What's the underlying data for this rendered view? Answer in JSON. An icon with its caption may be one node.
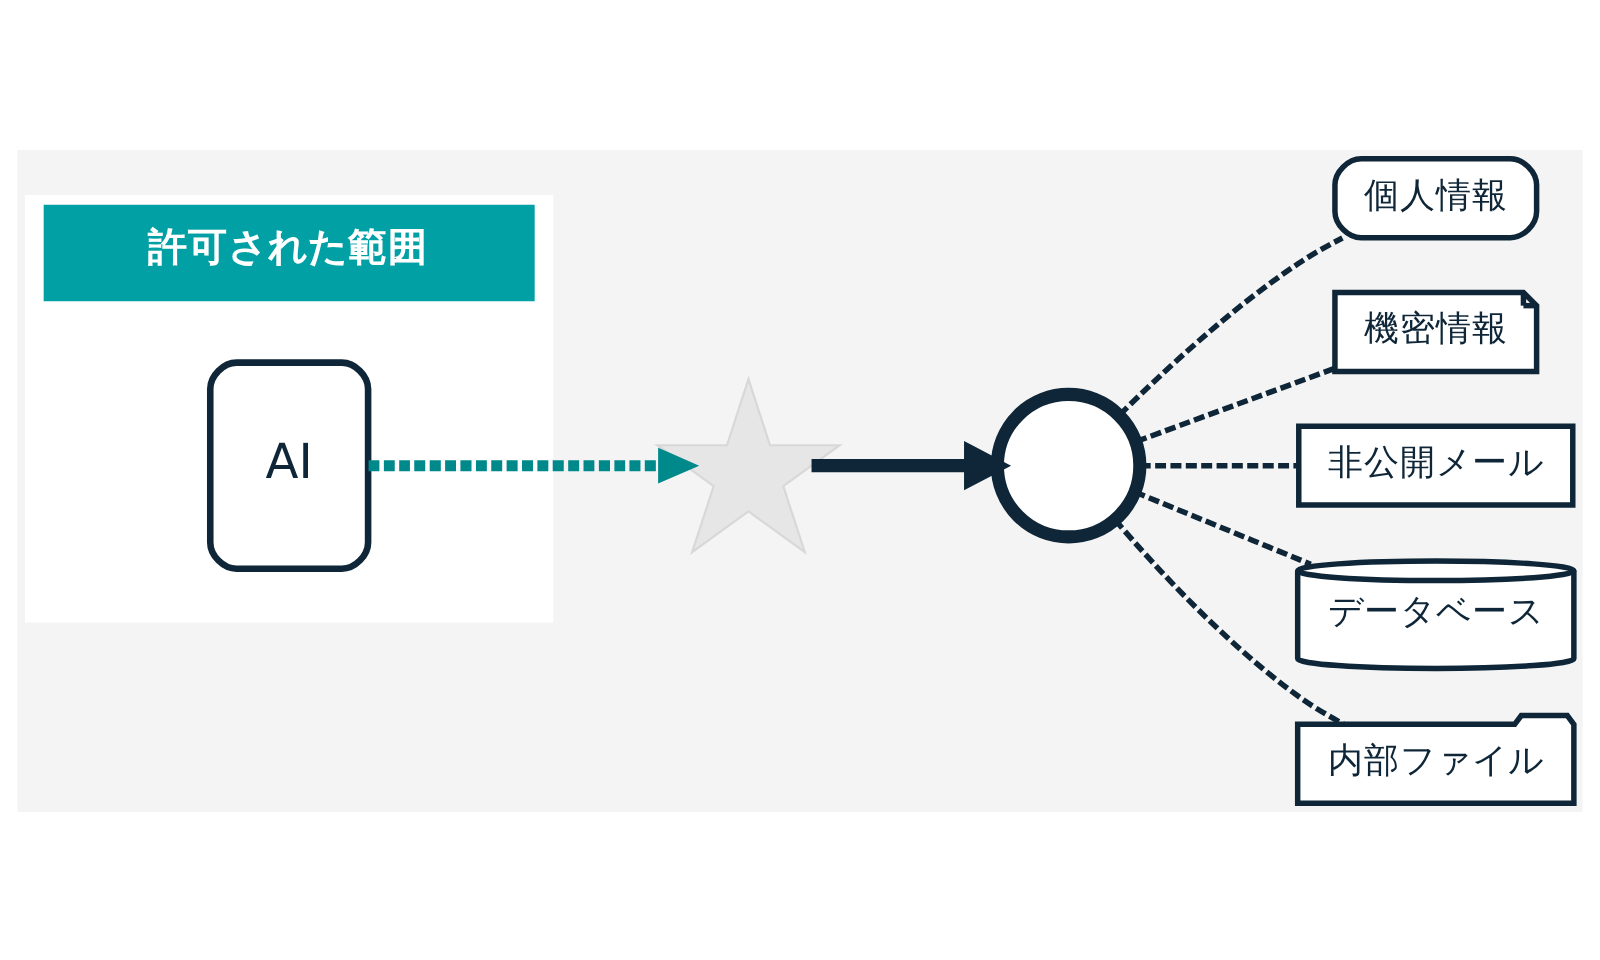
{
  "diagram": {
    "nodes": [
      {
        "text": [
          "許可された範囲"
        ]
      },
      {
        "text": [
          "AI"
        ],
        "in": 0
      },
      {
        "text": [],
        "shape": "star"
      },
      {
        "text": [],
        "shape": "circle"
      },
      {
        "text": [
          "個人情報"
        ]
      },
      {
        "text": [
          "機密情報"
        ]
      },
      {
        "text": [
          "非公開メール"
        ]
      },
      {
        "text": [
          "データベース"
        ]
      },
      {
        "text": [
          "内部ファイル"
        ]
      }
    ],
    "edges": [
      {
        "from": 1,
        "to": 2,
        "arrow": "to",
        "style": "dashed",
        "color": "#00898a"
      },
      {
        "from": 2,
        "to": 3,
        "arrow": "to",
        "style": "thick"
      },
      {
        "from": 3,
        "to": 4,
        "arrow": "none",
        "style": "dashed"
      },
      {
        "from": 3,
        "to": 5,
        "arrow": "none",
        "style": "dashed"
      },
      {
        "from": 3,
        "to": 6,
        "arrow": "none",
        "style": "dashed"
      },
      {
        "from": 3,
        "to": 7,
        "arrow": "none",
        "style": "dashed"
      },
      {
        "from": 3,
        "to": 8,
        "arrow": "none",
        "style": "dashed"
      }
    ]
  }
}
